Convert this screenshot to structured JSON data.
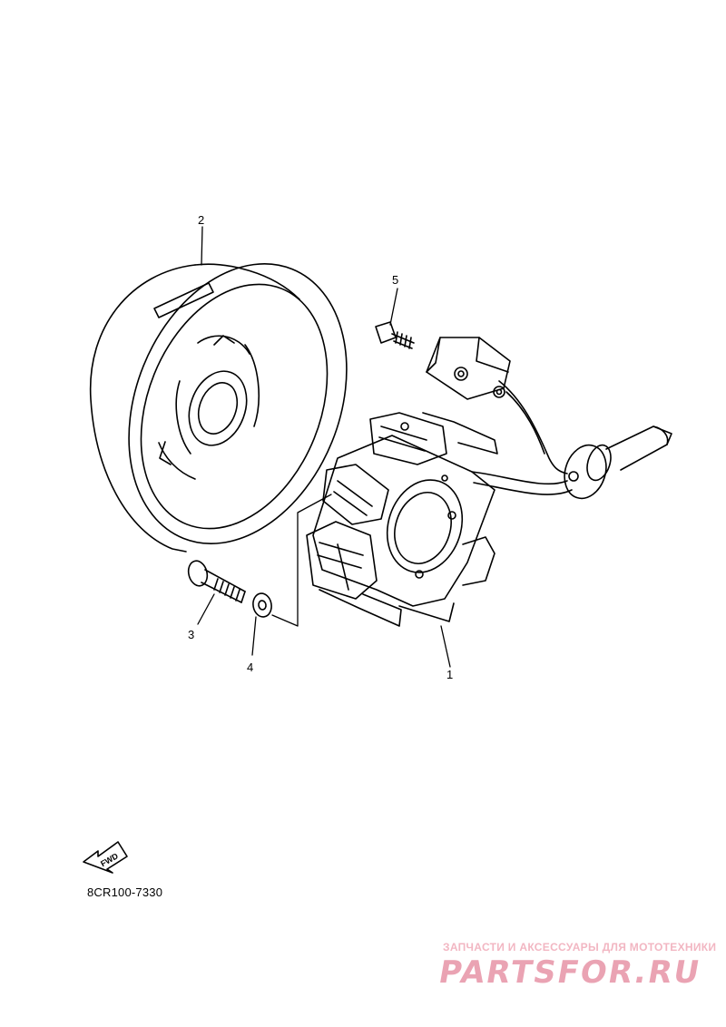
{
  "callouts": {
    "p1": "1",
    "p2": "2",
    "p3": "3",
    "p4": "4",
    "p5": "5"
  },
  "fwd_label": "FWD",
  "diagram_code": "8CR100-7330",
  "watermark": {
    "tagline": "ЗАПЧАСТИ И АКСЕССУАРЫ ДЛЯ МОТОТЕХНИКИ",
    "logo": "PARTSFOR.RU"
  },
  "colors": {
    "line": "#000000",
    "watermark": "#eaa3b3"
  }
}
